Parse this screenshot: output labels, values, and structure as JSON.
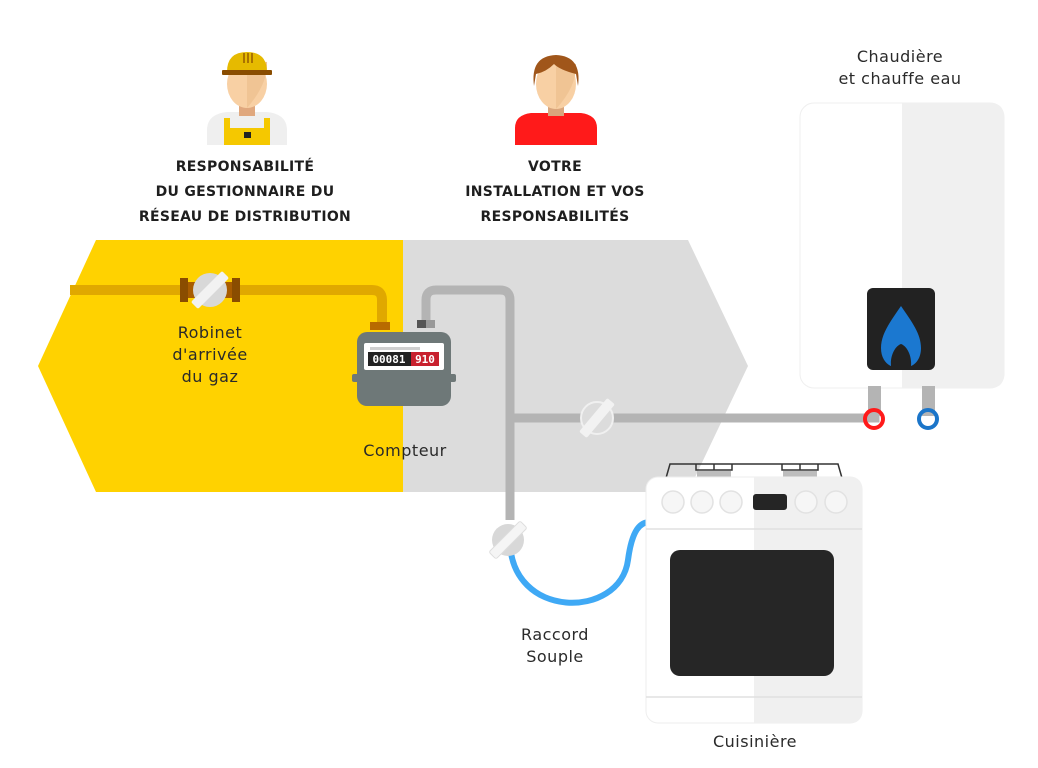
{
  "roles": {
    "operator": {
      "icon": "worker-hardhat-icon",
      "title": "RESPONSABILITÉ\nDU GESTIONNAIRE DU\nRÉSEAU DE DISTRIBUTION"
    },
    "customer": {
      "icon": "person-icon",
      "title": "VOTRE\nINSTALLATION ET VOS\nRESPONSABILITÉS"
    }
  },
  "zones": {
    "operator_color": "#FFD200",
    "customer_color": "#DCDCDC"
  },
  "components": {
    "inlet_valve": {
      "label": "Robinet\nd'arrivée\ndu gaz",
      "icon": "valve-icon"
    },
    "meter": {
      "label": "Compteur",
      "icon": "gas-meter-icon",
      "reading_black": "00081",
      "reading_red": "910"
    },
    "boiler": {
      "label": "Chaudière\net chauffe eau",
      "icon": "flame-icon"
    },
    "flexible_hose": {
      "label": "Raccord\nSouple"
    },
    "cooker": {
      "label": "Cuisinière",
      "icon": "stove-icon"
    }
  },
  "colors": {
    "yellow_pipe": "#E0A800",
    "grey_pipe": "#B4B4B4",
    "flexible_hose": "#3FA9F5",
    "hot_water": "#FF1A1A",
    "cold_water": "#1B75C9",
    "flame": "#1B78D0",
    "meter_body": "#6E7878",
    "meter_red": "#C8202E",
    "worker_shirt_red": "#FF1A1A"
  }
}
